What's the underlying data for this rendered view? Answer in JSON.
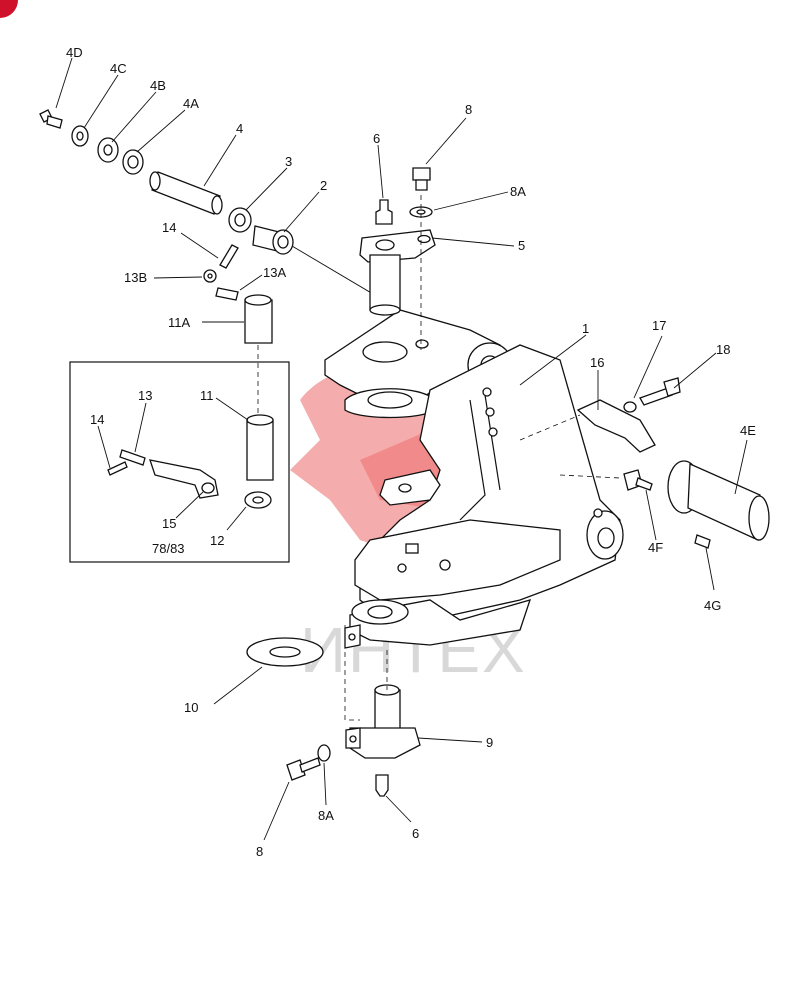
{
  "watermark": {
    "text": "ИНТЕХ",
    "color": "#e83a3a"
  },
  "inset": {
    "caption": "78/83"
  },
  "labels": {
    "p4D": "4D",
    "p4C": "4C",
    "p4B": "4B",
    "p4A": "4A",
    "p4": "4",
    "p3": "3",
    "p2": "2",
    "p6top": "6",
    "p8top": "8",
    "p8Atop": "8A",
    "p5": "5",
    "p14": "14",
    "p13B": "13B",
    "p13A": "13A",
    "p11A": "11A",
    "p1": "1",
    "p17": "17",
    "p18": "18",
    "p16": "16",
    "p4E": "4E",
    "p4F": "4F",
    "p4G": "4G",
    "p13in": "13",
    "p11in": "11",
    "p14in": "14",
    "p15in": "15",
    "p12in": "12",
    "p10": "10",
    "p9": "9",
    "p8bot": "8",
    "p8Abot": "8A",
    "p6bot": "6"
  }
}
